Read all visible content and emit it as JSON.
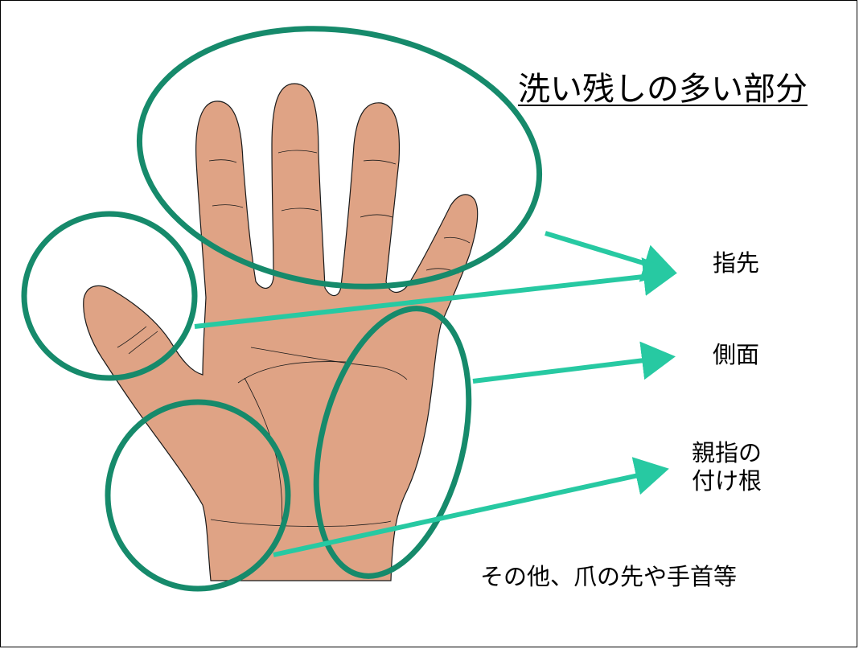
{
  "title": "洗い残しの多い部分",
  "labels": {
    "fingertips": "指先",
    "sides": "側面",
    "thumb_base_line1": "親指の",
    "thumb_base_line2": "付け根"
  },
  "note": "その他、爪の先や手首等",
  "colors": {
    "circle": "#168a6b",
    "arrow": "#27c9a2",
    "skin": "#dfa385",
    "skin_outline": "#1a1a1a"
  }
}
